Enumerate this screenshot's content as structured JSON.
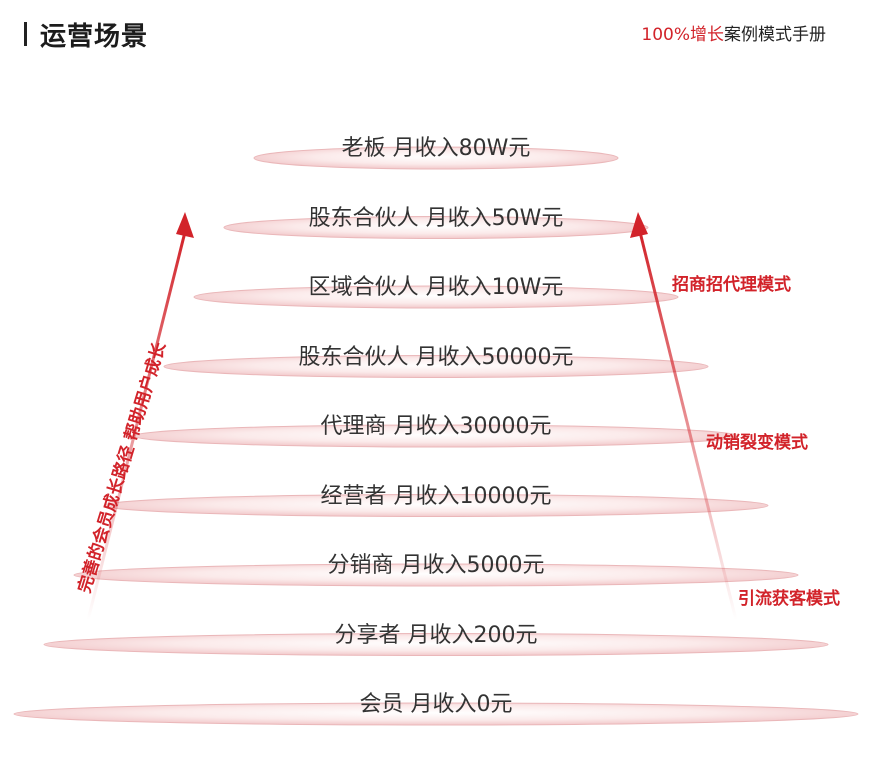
{
  "header": {
    "title": "运营场景",
    "subtitle_highlight": "100%增长",
    "subtitle_rest": "案例模式手册"
  },
  "levels": [
    {
      "label": "老板 月收入80W元"
    },
    {
      "label": "股东合伙人 月收入50W元"
    },
    {
      "label": "区域合伙人 月收入10W元"
    },
    {
      "label": "股东合伙人 月收入50000元"
    },
    {
      "label": "代理商 月收入30000元"
    },
    {
      "label": "经营者 月收入10000元"
    },
    {
      "label": "分销商 月收入5000元"
    },
    {
      "label": "分享者 月收入200元"
    },
    {
      "label": "会员 月收入0元"
    }
  ],
  "right_labels": {
    "top": "招商招代理模式",
    "middle": "动销裂变模式",
    "bottom": "引流获客模式"
  },
  "left_caption": "完善的会员成长路径 帮助用户成长",
  "colors": {
    "accent": "#d2232a",
    "ellipse_fill": "#f8dfe0",
    "text": "#333333"
  }
}
